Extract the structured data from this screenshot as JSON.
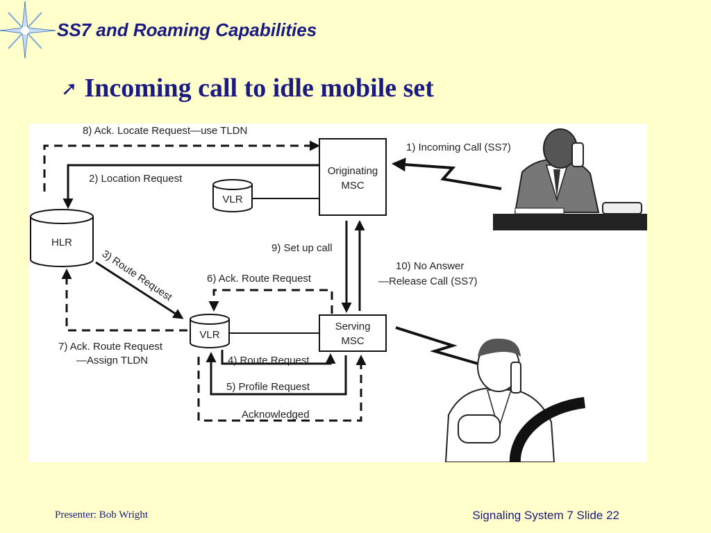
{
  "slide": {
    "title": "SS7 and Roaming Capabilities",
    "bullet": "Incoming call to idle mobile set"
  },
  "diagram": {
    "nodes": {
      "originating_msc": [
        "Originating",
        "MSC"
      ],
      "serving_msc": [
        "Serving",
        "MSC"
      ],
      "hlr": "HLR",
      "vlr_top": "VLR",
      "vlr_serving": "VLR"
    },
    "steps": {
      "s1": "1) Incoming Call (SS7)",
      "s2": "2) Location Request",
      "s3": "3) Route Request",
      "s4": "4) Route Request",
      "s5": "5) Profile Request",
      "s6": "6) Ack. Route Request",
      "s7": [
        "7) Ack. Route Request",
        "—Assign TLDN"
      ],
      "s8": "8) Ack. Locate Request—use TLDN",
      "s9": "9) Set up call",
      "s10": [
        "10) No Answer",
        "—Release Call (SS7)"
      ],
      "ack": "Acknowledged"
    }
  },
  "footer": {
    "presenter": "Presenter: Bob Wright",
    "slide_ref": "Signaling System 7 Slide 22"
  },
  "colors": {
    "title": "#1a1a80",
    "background": "#ffffcc"
  }
}
